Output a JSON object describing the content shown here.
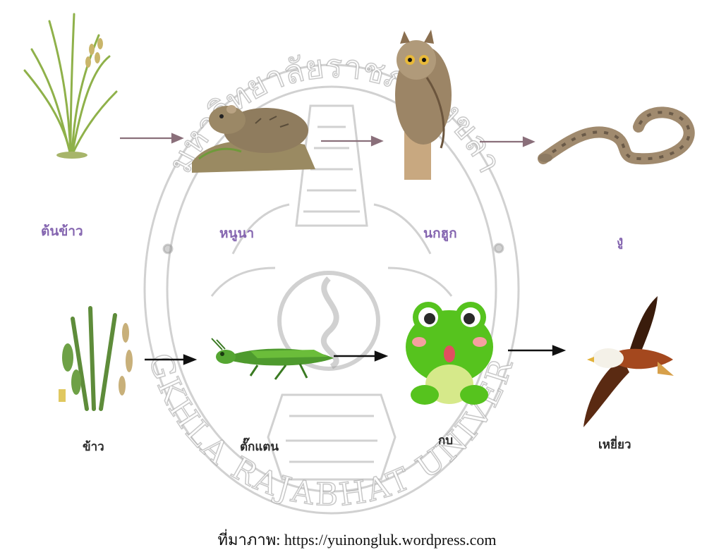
{
  "top_chain": {
    "labels": [
      "ต้นข้าว",
      "หนูนา",
      "นกฮูก",
      "งู"
    ]
  },
  "bottom_chain": {
    "labels": [
      "ข้าว",
      "ตั๊กแตน",
      "กบ",
      "เหยี่ยว"
    ]
  },
  "watermark": {
    "top_text": "มหาวิทยาลัยราชภัฏสงขลา",
    "bottom_text": "SONGKHLA RAJABHAT UNIVERSITY"
  },
  "caption": {
    "prefix": "ที่มาภาพ: ",
    "url": "https://yuinongluk.wordpress.com"
  },
  "colors": {
    "top_label": "#8566b0",
    "top_arrow": "#8a6f7a",
    "bottom_arrow": "#111111",
    "watermark": "#9a9a9a"
  }
}
